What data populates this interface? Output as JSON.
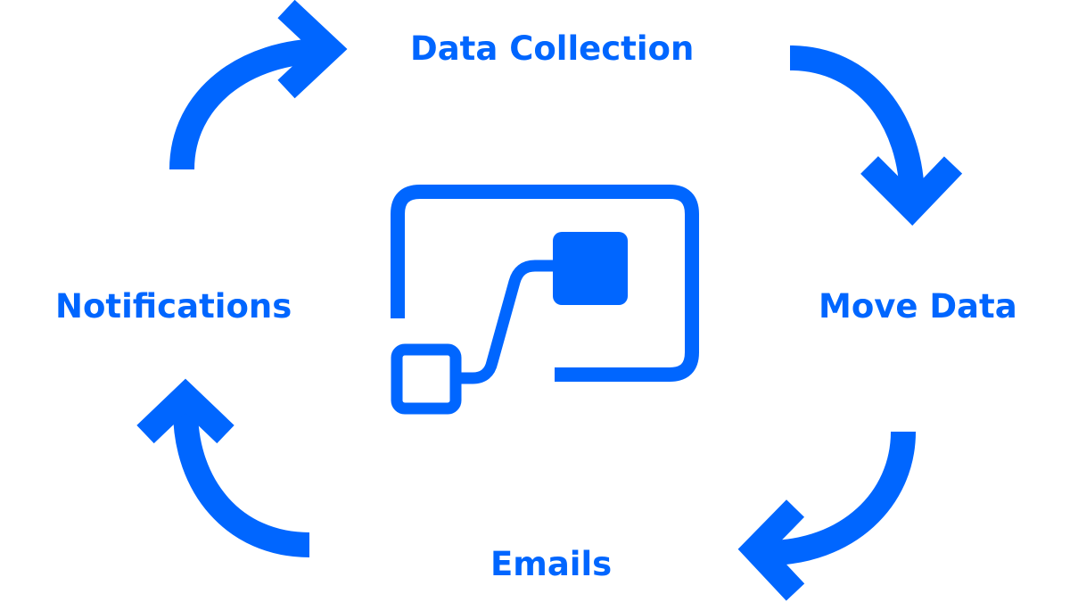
{
  "diagram": {
    "accent_color": "#0066ff",
    "center_icon": "flow-automation-icon",
    "stages": [
      {
        "label": "Data Collection"
      },
      {
        "label": "Move Data"
      },
      {
        "label": "Emails"
      },
      {
        "label": "Notifications"
      }
    ],
    "arrow_direction": "clockwise"
  }
}
